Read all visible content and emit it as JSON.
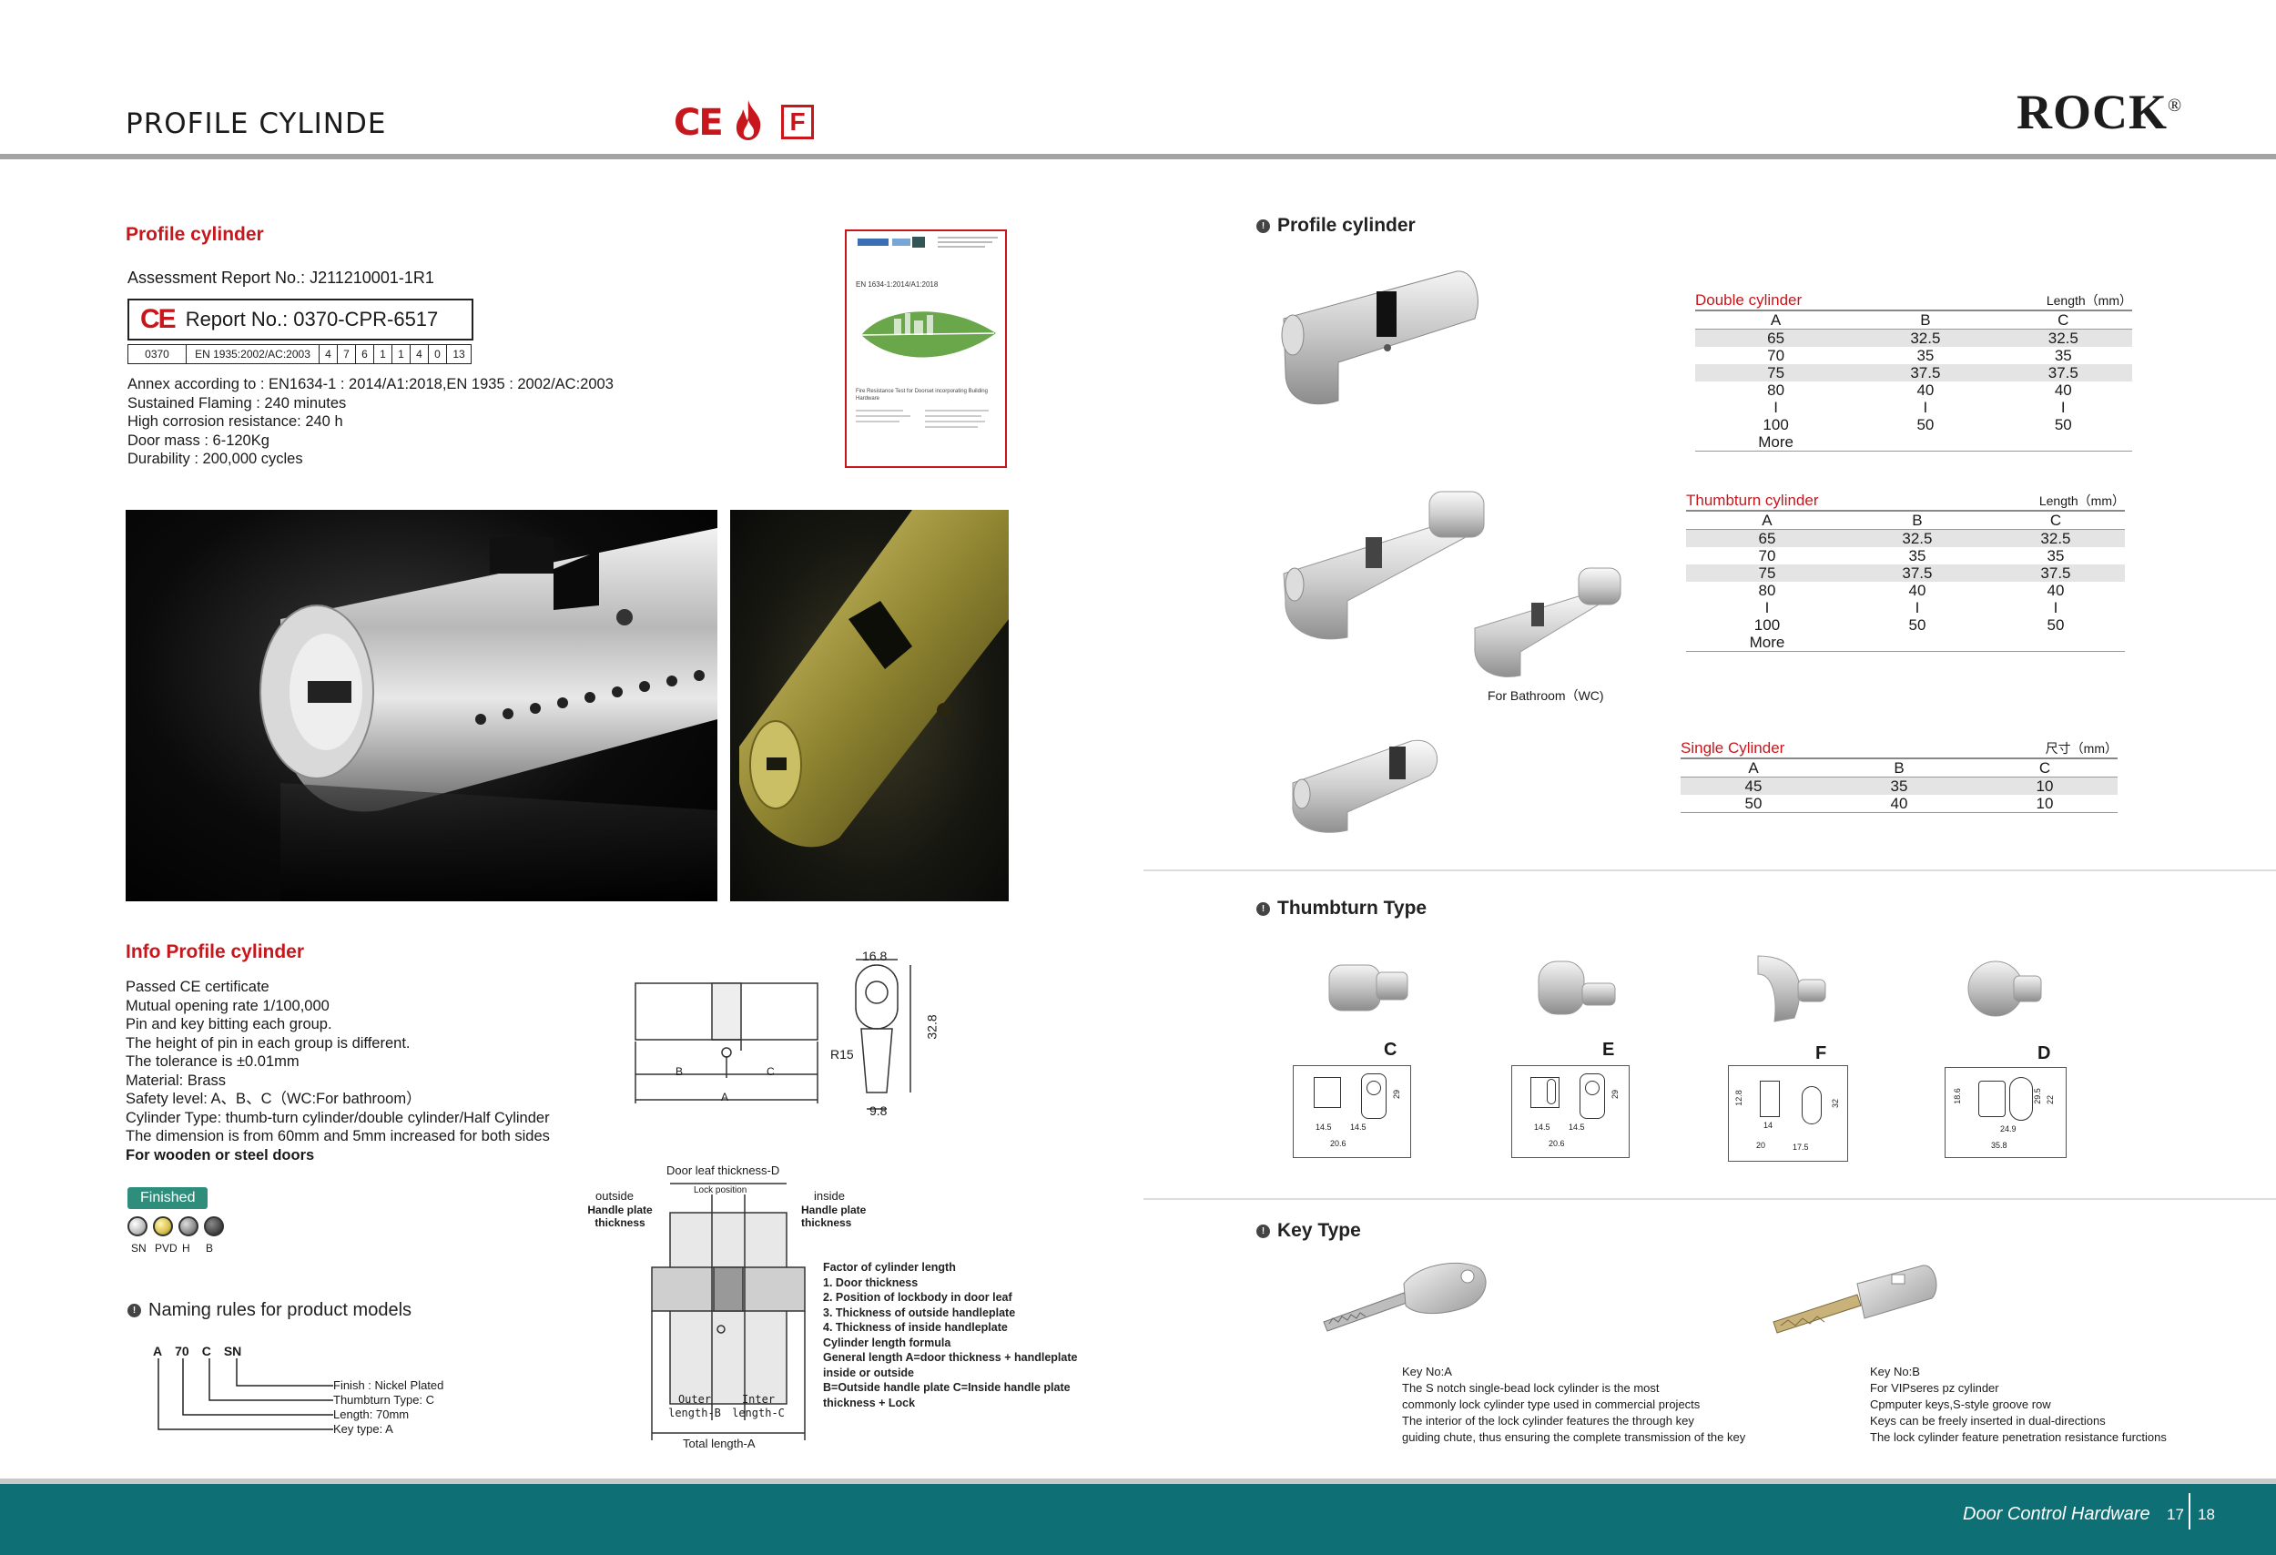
{
  "header": {
    "title": "PROFILE CYLINDE",
    "brand": "ROCK",
    "brand_mark": "®",
    "ce_mark": "CE",
    "fire_mark": "F"
  },
  "left": {
    "profile_heading": "Profile cylinder",
    "assessment": "Assessment Report  No.: J211210001-1R1",
    "report_ce": "CE",
    "report_no": "Report No.: 0370-CPR-6517",
    "code_row": [
      "0370",
      "EN 1935:2002/AC:2003",
      "4",
      "7",
      "6",
      "1",
      "1",
      "4",
      "0",
      "13"
    ],
    "specs": [
      "Annex according to : EN1634-1 : 2014/A1:2018,EN 1935 : 2002/AC:2003",
      "Sustained Flaming :  240 minutes",
      "High corrosion resistance: 240 h",
      "Door mass : 6-120Kg",
      "Durability :  200,000 cycles"
    ],
    "cert": {
      "line1": "EN 1634-1:2014/A1:2018",
      "line2": "Fire Resistance Test for Doorset incorporating Building Hardware"
    },
    "info_heading": "Info Profile cylinder",
    "info_lines": [
      "Passed CE certificate",
      "Mutual opening rate 1/100,000",
      "Pin and key bitting each group.",
      "The height of pin in each group is different.",
      "The tolerance is ±0.01mm",
      "Material: Brass",
      "Safety level:  A、B、C（WC:For bathroom）",
      "Cylinder Type:  thumb-turn cylinder/double cylinder/Half Cylinder",
      "The dimension is from 60mm and 5mm increased for both sides",
      "For wooden or steel doors"
    ],
    "finished_label": "Finished",
    "finishes": [
      {
        "code": "SN",
        "color": "#bdbdbd"
      },
      {
        "code": "PVD",
        "color": "#d9c04a"
      },
      {
        "code": "H",
        "color": "#8a8a8a"
      },
      {
        "code": "B",
        "color": "#4a4a4a"
      }
    ],
    "naming_heading": "Naming rules for product models",
    "naming_codes": [
      "A",
      "70",
      "C",
      "SN"
    ],
    "naming_meanings": [
      "Finish : Nickel Plated",
      "Thumbturn Type: C",
      "Length:  70mm",
      "Key type:  A"
    ],
    "dims": {
      "w": "16.8",
      "h": "32.8",
      "r": "R15",
      "b": "9.8",
      "A": "A",
      "B": "B",
      "C": "C"
    },
    "door": {
      "top": "Door leaf thickness-D",
      "lockpos": "Lock position",
      "outside": "outside",
      "inside": "inside",
      "hp_out": "Handle plate thickness",
      "hp_in": "Handle plate thickness",
      "outer": "Outer length-B",
      "inner": "Inter length-C",
      "total": "Total length-A"
    },
    "factors": [
      "Factor of cylinder length",
      "1. Door thickness",
      "2. Position of lockbody in door leaf",
      "3. Thickness of outside handleplate",
      "4. Thickness of inside handleplate",
      "Cylinder length formula",
      "General length A=door thickness + handleplate",
      "inside or outside",
      "B=Outside handle plate  C=Inside handle plate",
      "thickness + Lock"
    ]
  },
  "right": {
    "profile_heading": "Profile cylinder",
    "wc_caption": "For Bathroom（WC)",
    "double": {
      "caption": "Double cylinder",
      "length_label": "Length（mm）",
      "headers": [
        "A",
        "B",
        "C"
      ],
      "rows": [
        [
          "65",
          "32.5",
          "32.5"
        ],
        [
          "70",
          "35",
          "35"
        ],
        [
          "75",
          "37.5",
          "37.5"
        ],
        [
          "80",
          "40",
          "40"
        ],
        [
          "I",
          "I",
          "I"
        ],
        [
          "100",
          "50",
          "50"
        ],
        [
          "More",
          "",
          ""
        ]
      ]
    },
    "thumbturn": {
      "caption": "Thumbturn cylinder",
      "length_label": "Length（mm）",
      "headers": [
        "A",
        "B",
        "C"
      ],
      "rows": [
        [
          "65",
          "32.5",
          "32.5"
        ],
        [
          "70",
          "35",
          "35"
        ],
        [
          "75",
          "37.5",
          "37.5"
        ],
        [
          "80",
          "40",
          "40"
        ],
        [
          "I",
          "I",
          "I"
        ],
        [
          "100",
          "50",
          "50"
        ],
        [
          "More",
          "",
          ""
        ]
      ]
    },
    "single": {
      "caption": "Single Cylinder",
      "length_label": "尺寸（mm）",
      "headers": [
        "A",
        "B",
        "C"
      ],
      "rows": [
        [
          "45",
          "35",
          "10"
        ],
        [
          "50",
          "40",
          "10"
        ]
      ]
    },
    "thumbturn_heading": "Thumbturn Type",
    "thumbturn_types": [
      {
        "label": "C",
        "dims": [
          "14.5",
          "14.5",
          "20.6",
          "29"
        ]
      },
      {
        "label": "E",
        "dims": [
          "14.5",
          "14.5",
          "20.6",
          "29"
        ]
      },
      {
        "label": "F",
        "dims": [
          "14",
          "20",
          "17.5",
          "12.8",
          "32"
        ]
      },
      {
        "label": "D",
        "dims": [
          "24.9",
          "35.8",
          "18.6",
          "29.5",
          "22"
        ]
      }
    ],
    "key_heading": "Key  Type",
    "key_a": {
      "title": "Key No:A",
      "lines": [
        "The S notch single-bead lock cylinder is the most",
        "commonly lock cylinder type used in commercial projects",
        "The interior of the lock cylinder features the through key",
        "guiding chute, thus ensuring the complete transmission of the key"
      ]
    },
    "key_b": {
      "title": "Key No:B",
      "lines": [
        "For VIPseres pz cylinder",
        "Cpmputer keys,S-style groove row",
        "Keys can be freely inserted in dual-directions",
        "The lock cylinder feature penetration resistance furctions"
      ]
    }
  },
  "footer": {
    "text": "Door Control Hardware",
    "page_left": "17",
    "page_right": "18"
  }
}
